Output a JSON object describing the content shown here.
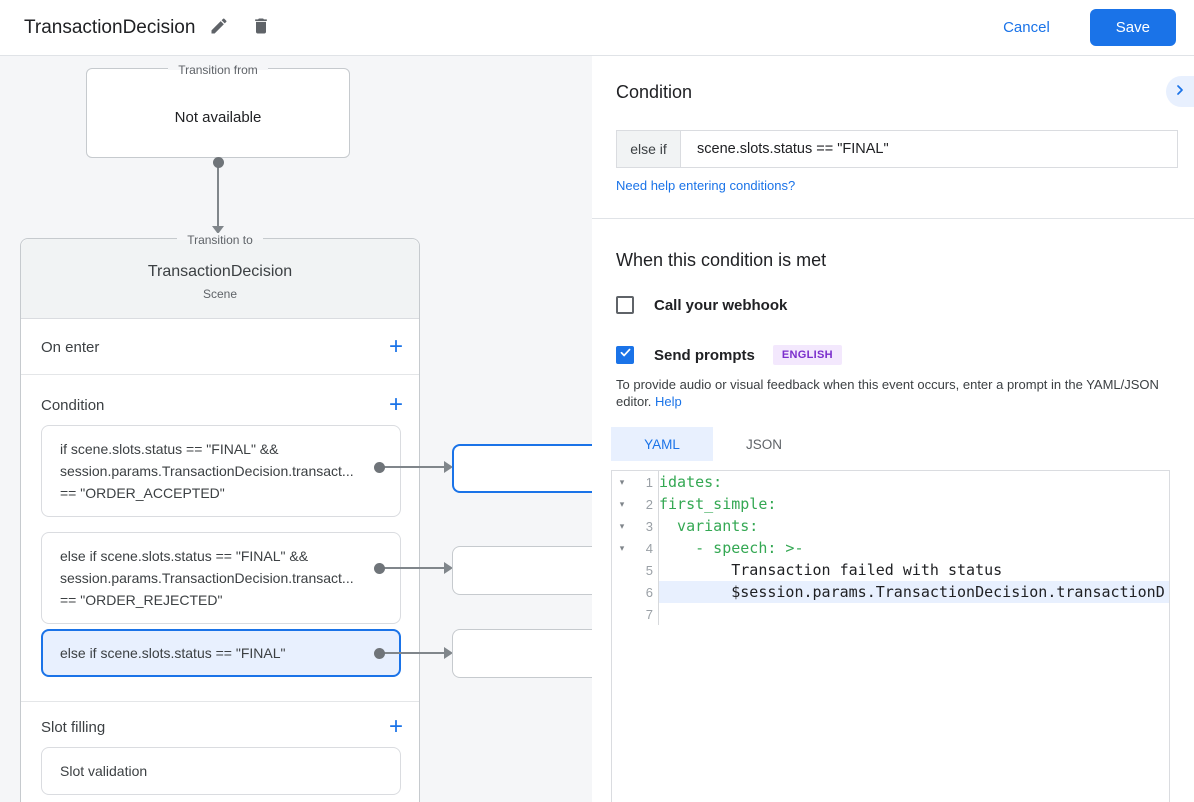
{
  "header": {
    "title": "TransactionDecision",
    "cancel_label": "Cancel",
    "save_label": "Save"
  },
  "canvas": {
    "transition_from": {
      "legend": "Transition from",
      "content": "Not available"
    },
    "transition_to": {
      "legend": "Transition to",
      "title": "TransactionDecision",
      "subtitle": "Scene"
    },
    "on_enter": {
      "label": "On enter",
      "add": "+"
    },
    "condition": {
      "label": "Condition",
      "add": "+",
      "items": [
        {
          "lines": [
            "if scene.slots.status == \"FINAL\" &&",
            "session.params.TransactionDecision.transact...",
            "== \"ORDER_ACCEPTED\""
          ]
        },
        {
          "lines": [
            "else if scene.slots.status == \"FINAL\" &&",
            "session.params.TransactionDecision.transact...",
            "== \"ORDER_REJECTED\""
          ]
        },
        {
          "lines": [
            "else if scene.slots.status == \"FINAL\""
          ]
        }
      ]
    },
    "slot_filling": {
      "label": "Slot filling",
      "add": "+",
      "items": [
        "Slot validation"
      ]
    }
  },
  "panel": {
    "title": "Condition",
    "condition_input": {
      "prefix": "else if",
      "value": "scene.slots.status == \"FINAL\""
    },
    "help_link": "Need help entering conditions?",
    "when_met": {
      "title": "When this condition is met",
      "webhook_label": "Call your webhook",
      "send_prompts_label": "Send prompts",
      "language_badge": "ENGLISH",
      "description": "To provide audio or visual feedback when this event occurs, enter a prompt in the YAML/JSON editor.",
      "description_link": "Help"
    },
    "editor": {
      "tabs": [
        {
          "label": "YAML"
        },
        {
          "label": "JSON"
        }
      ],
      "fold_glyph": "▾",
      "lines": [
        {
          "num": "1",
          "text": "idates:"
        },
        {
          "num": "2",
          "text": "first_simple:"
        },
        {
          "num": "3",
          "text": "  variants:"
        },
        {
          "num": "4",
          "text": "    - speech: >-"
        },
        {
          "num": "5",
          "text": "        Transaction failed with status"
        },
        {
          "num": "6",
          "text": "        $session.params.TransactionDecision.transactionD"
        },
        {
          "num": "7",
          "text": ""
        }
      ]
    }
  },
  "colors": {
    "accent_blue": "#1a73e8",
    "selected_bg": "#e8f0fe",
    "yaml_key_green": "#34a853",
    "badge_bg": "#f3e8fd",
    "badge_text": "#7b2ecc"
  }
}
